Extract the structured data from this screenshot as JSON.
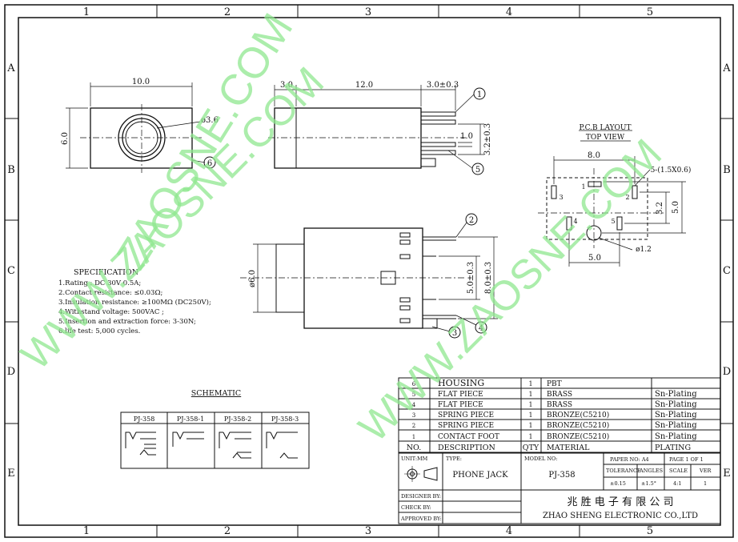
{
  "frame": {
    "columns": [
      "1",
      "2",
      "3",
      "4",
      "5"
    ],
    "rows": [
      "A",
      "B",
      "C",
      "D",
      "E"
    ]
  },
  "front_view": {
    "width_dim": "10.0",
    "height_dim": "6.0",
    "hole_dim": "ø3.6",
    "callout_6": "6"
  },
  "side_view": {
    "dim_a": "3.0",
    "dim_b": "12.0",
    "dim_c": "3.0±0.3",
    "dim_d": "1.0",
    "dim_e": "3.2±0.3",
    "callout_1": "1",
    "callout_5": "5"
  },
  "bottom_view": {
    "dia_dim": "ø6.0",
    "dim_5": "5.0±0.3",
    "dim_8": "8.0±0.3",
    "callout_2": "2",
    "callout_3": "3",
    "callout_4": "4"
  },
  "pcb": {
    "title": "P.C.B LAYOUT",
    "subtitle": "TOP VIEW",
    "dim_width": "8.0",
    "hole_spec": "5-(1.5X0.6)",
    "dim_32": "3.2",
    "dim_50v": "5.0",
    "dim_50h": "5.0",
    "hole_dia": "ø1.2",
    "pin_labels": [
      "3",
      "1",
      "2",
      "4",
      "5"
    ]
  },
  "specification": {
    "title": "SPECIFICATION",
    "lines": [
      "1.Rating : DC 30V 0.5A;",
      "2.Contact resistance: ≤0.03Ω;",
      "3.Insulation resistance: ≥100MΩ (DC250V);",
      "4.Withstand voltage: 500VAC ;",
      "5.Insertion and extraction force: 3-30N;",
      "6.life test: 5,000 cycles."
    ]
  },
  "schematic": {
    "title": "SCHEMATIC",
    "models": [
      "PJ-358",
      "PJ-358-1",
      "PJ-358-2",
      "PJ-358-3"
    ]
  },
  "bom": {
    "rows": [
      {
        "no": "6",
        "description": "HOUSING",
        "qty": "1",
        "material": "PBT",
        "plating": ""
      },
      {
        "no": "5",
        "description": "FLAT PIECE",
        "qty": "1",
        "material": "BRASS",
        "plating": "Sn-Plating"
      },
      {
        "no": "4",
        "description": "FLAT PIECE",
        "qty": "1",
        "material": "BRASS",
        "plating": "Sn-Plating"
      },
      {
        "no": "3",
        "description": "SPRING PIECE",
        "qty": "1",
        "material": "BRONZE(C5210)",
        "plating": "Sn-Plating"
      },
      {
        "no": "2",
        "description": "SPRING PIECE",
        "qty": "1",
        "material": "BRONZE(C5210)",
        "plating": "Sn-Plating"
      },
      {
        "no": "1",
        "description": "CONTACT FOOT",
        "qty": "1",
        "material": "BRONZE(C5210)",
        "plating": "Sn-Plating"
      }
    ],
    "header": {
      "no": "NO.",
      "description": "DESCRIPTION",
      "qty": "QTY",
      "material": "MATERIAL",
      "plating": "PLATING"
    }
  },
  "title_block": {
    "unit": "UNIT:MM",
    "type_label": "TYPE:",
    "type_value": "PHONE JACK",
    "model_label": "MODEL NO:",
    "model_value": "PJ-358",
    "paper": "PAPER NO: A4",
    "page": "PAGE 1 OF 1",
    "tolerance": "TOLERANCE",
    "angles": "ANGLES",
    "scale": "SCALE",
    "ver": "VER",
    "tol_value": "±0.15",
    "ang_value": "±1.5°",
    "scale_value": "4:1",
    "ver_value": "1",
    "designer": "DESIGNER BY:",
    "check": "CHECK BY:",
    "approved": "APPROVED BY:",
    "company_cn": "兆 胜 电 子 有 限 公 司",
    "company_en": "ZHAO SHENG ELECTRONIC CO.,LTD"
  },
  "watermarks": [
    "ZAOSNE.COM",
    "WWW.ZAOSNE.COM",
    "WWW.ZAOSNE.COM"
  ],
  "colors": {
    "line": "#111111",
    "watermark": "#8fe88f"
  }
}
